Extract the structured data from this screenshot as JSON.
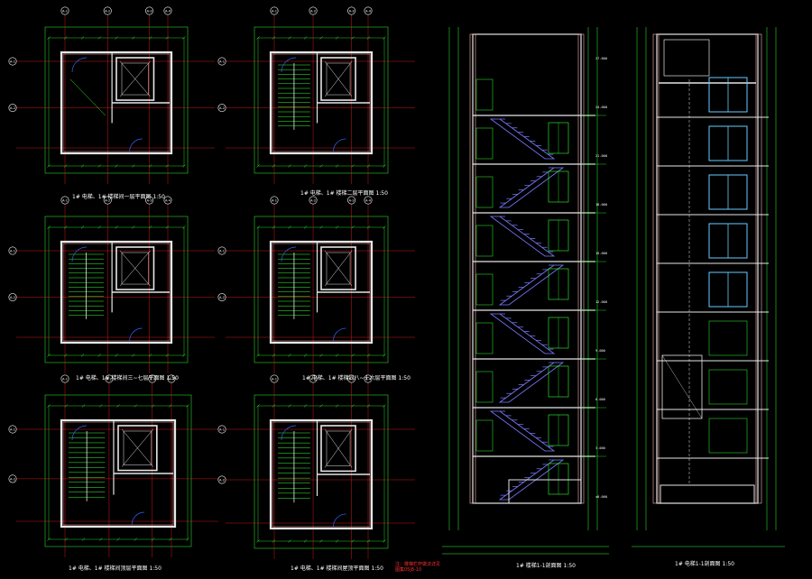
{
  "colors": {
    "background": "#000000",
    "dimension": "#33ff33",
    "axis_line": "#ff2020",
    "wall": "#e6e6e6",
    "wall_fill": "#ffb3b3",
    "stair": "#7a7aff",
    "window": "#66ccff",
    "door": "#3366ff",
    "text": "#ffffff",
    "bubble": "#ffffff"
  },
  "plans": {
    "plan_1": {
      "caption": "1# 电梯、1# 楼梯间一层平面图",
      "scale": "1:50"
    },
    "plan_2": {
      "caption": "1# 电梯、1# 楼梯二层平面图",
      "scale": "1:50"
    },
    "plan_3": {
      "caption": "1# 电梯、1# 楼梯间三~七层平面图",
      "scale": "1:50"
    },
    "plan_4": {
      "caption": "1# 电梯、1# 楼梯间八~十六层平面图",
      "scale": "1:50"
    },
    "plan_5": {
      "caption": "1# 电梯、1# 楼梯间顶层平面图",
      "scale": "1:50"
    },
    "plan_6": {
      "caption": "1# 电梯、1# 楼梯间屋顶平面图",
      "scale": "1:50"
    }
  },
  "sections": {
    "section_1": {
      "caption": "1# 楼梯1-1剖面图",
      "scale": "1:50"
    },
    "section_2": {
      "caption": "1# 电梯1-1剖面图",
      "scale": "1:50"
    }
  },
  "axis_labels": [
    "A-1",
    "A-2",
    "A-3",
    "A-4"
  ],
  "elevations": [
    "±0.000",
    "3.000",
    "6.000",
    "9.000",
    "12.000",
    "15.000",
    "18.000",
    "21.000",
    "24.000",
    "27.800"
  ],
  "note": {
    "line1": "注：楼梯栏杆做法详见",
    "line2": "图集05J8-10"
  }
}
